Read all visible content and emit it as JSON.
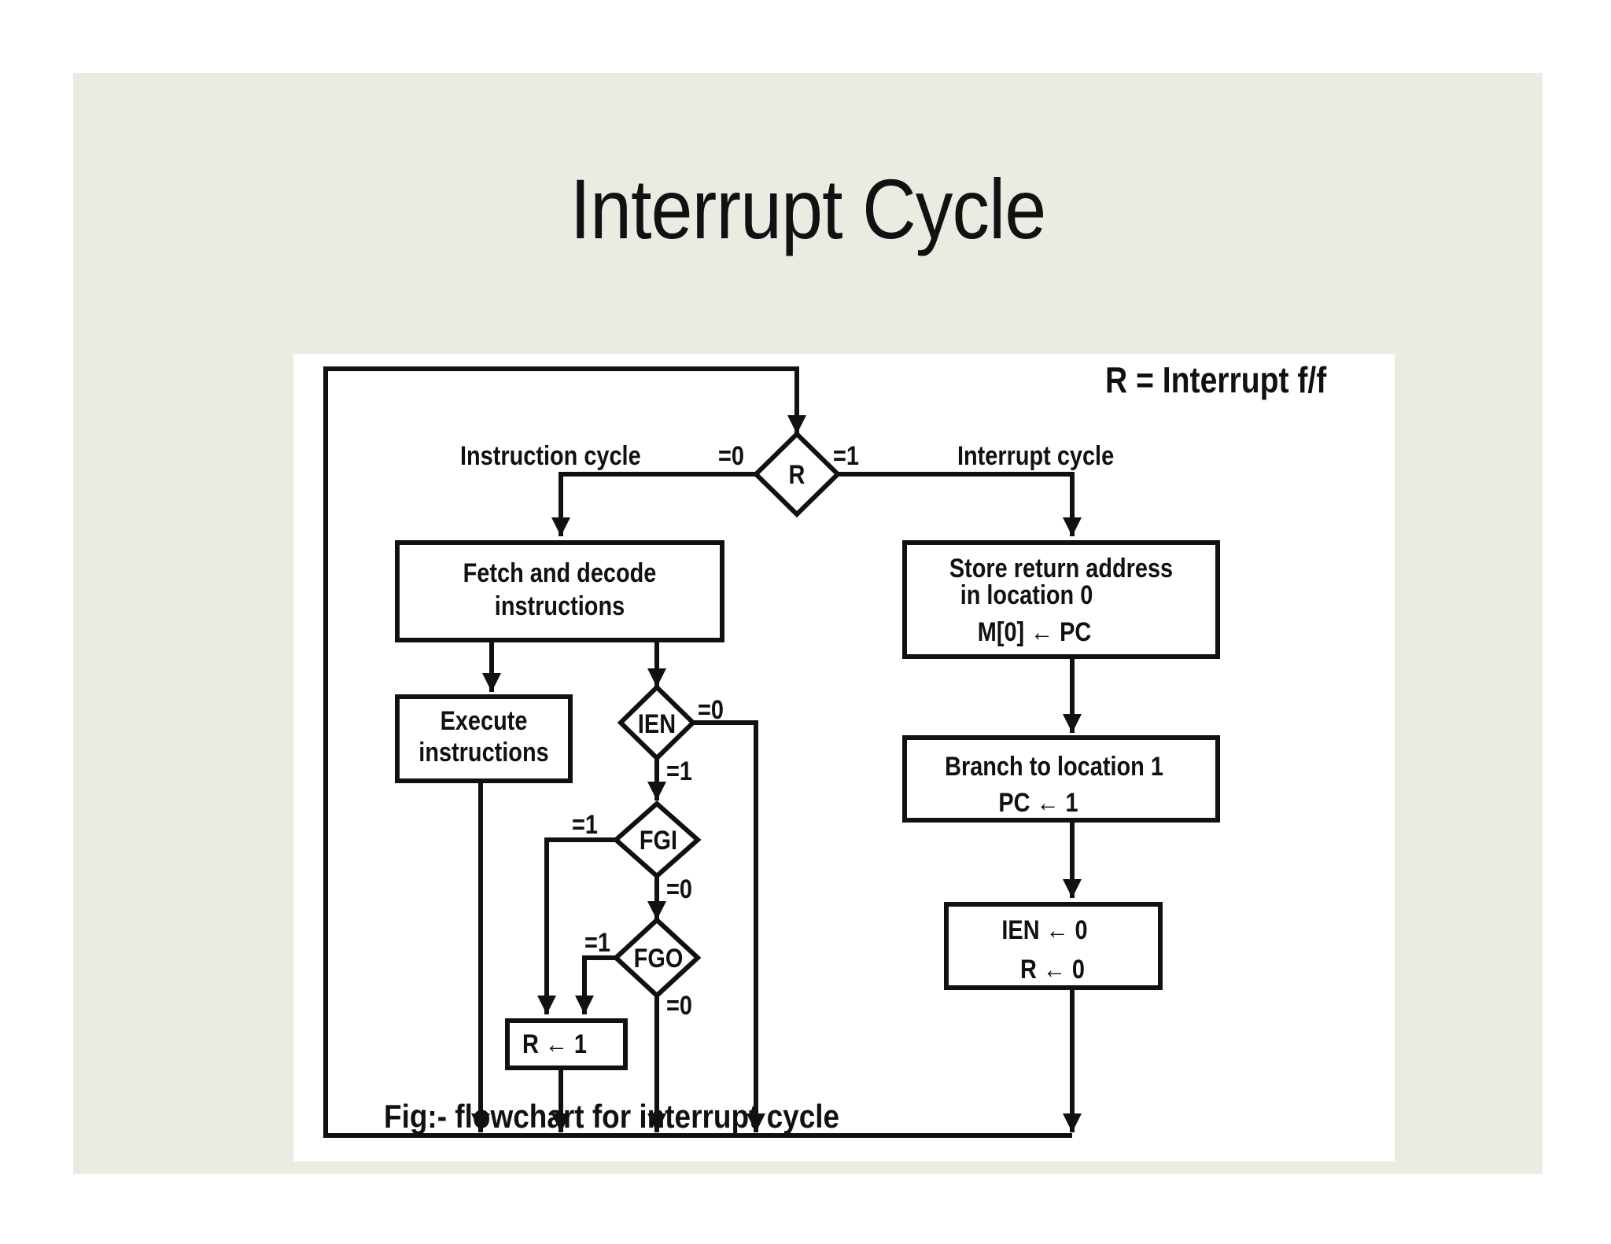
{
  "title": "Interrupt Cycle",
  "legend": "R = Interrupt f/f",
  "labels": {
    "instruction_cycle": "Instruction cycle",
    "interrupt_cycle": "Interrupt cycle",
    "r_eq0": "=0",
    "r_eq1": "=1",
    "ien_eq0": "=0",
    "ien_eq1": "=1",
    "fgi_eq1": "=1",
    "fgi_eq0": "=0",
    "fgo_eq1": "=1",
    "fgo_eq0": "=0"
  },
  "decisions": {
    "r": "R",
    "ien": "IEN",
    "fgi": "FGI",
    "fgo": "FGO"
  },
  "boxes": {
    "fetch_line1": "Fetch and decode",
    "fetch_line2": "instructions",
    "execute_line1": "Execute",
    "execute_line2": "instructions",
    "set_r": "R ← 1",
    "store_line1": "Store return address",
    "store_line2": "in location 0",
    "store_line3": "M[0] ← PC",
    "branch_line1": "Branch to location 1",
    "branch_line2": "PC ← 1",
    "clear_line1": "IEN ← 0",
    "clear_line2": "R ← 0"
  },
  "caption": "Fig:-  flowchart for interrupt cycle"
}
